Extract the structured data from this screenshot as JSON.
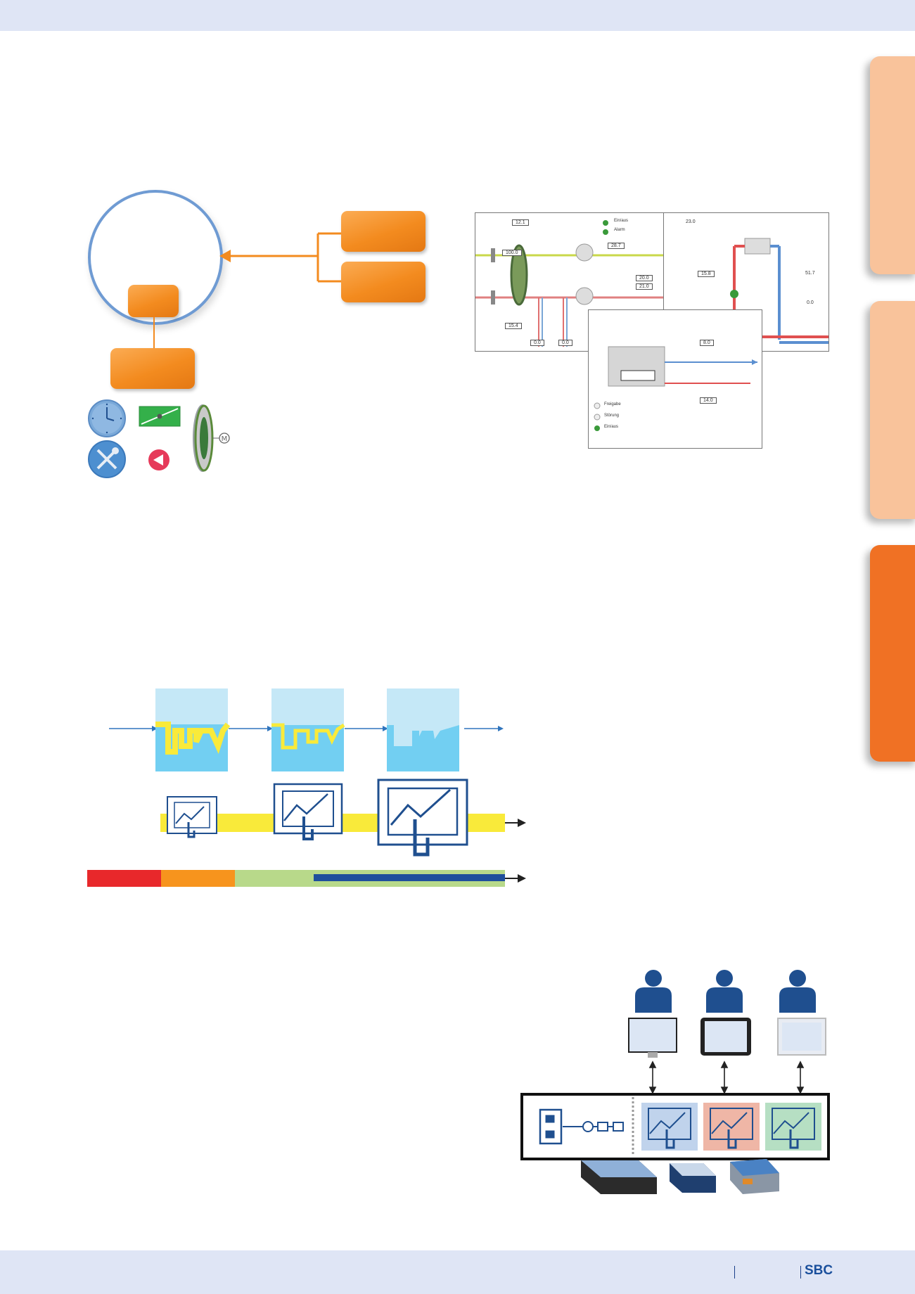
{
  "footer": {
    "brand": "SBC"
  },
  "colors": {
    "header_band": "#dfe5f5",
    "side_tab_light": "#f9c39b",
    "side_tab_active": "#f07124",
    "orange_box": "#f38b1f",
    "blue_icon": "#1f4f8f",
    "yellow": "#f9ea3a",
    "water_light": "#c5e8f7",
    "water_mid": "#72cff2"
  },
  "scada": {
    "air_handler": {
      "readouts": [
        "12.1",
        "100.0",
        "28.7",
        "20.0",
        "21.0",
        "15.4",
        "0.0",
        "0.0"
      ],
      "status": [
        "Ein/aus",
        "Alarm"
      ]
    },
    "heating": {
      "readouts": [
        "23.0",
        "15.8",
        "51.7",
        "0.0"
      ]
    },
    "chiller": {
      "readouts": [
        "8.0",
        "14.0"
      ],
      "status": [
        "Freigabe",
        "Störung",
        "Ein/aus"
      ]
    }
  },
  "timeline_bar": {
    "segments": [
      {
        "color": "#e8282b",
        "fraction": 0.18
      },
      {
        "color": "#f7941d",
        "fraction": 0.18
      },
      {
        "color": "#b8d98a",
        "fraction": 0.19
      },
      {
        "color": "#b8d98a",
        "fraction": 0.45
      }
    ]
  }
}
